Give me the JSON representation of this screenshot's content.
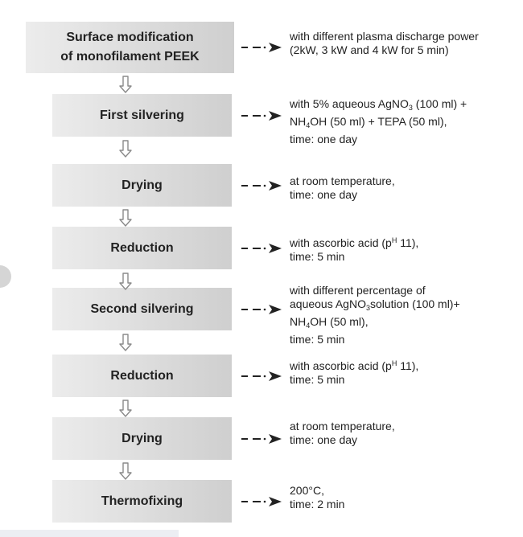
{
  "steps": [
    {
      "line1": "Surface modification",
      "line2": "of monofilament PEEK"
    },
    {
      "line1": "First silvering",
      "line2": ""
    },
    {
      "line1": "Drying",
      "line2": ""
    },
    {
      "line1": "Reduction",
      "line2": ""
    },
    {
      "line1": "Second silvering",
      "line2": ""
    },
    {
      "line1": "Reduction",
      "line2": ""
    },
    {
      "line1": "Drying",
      "line2": ""
    },
    {
      "line1": "Thermofixing",
      "line2": ""
    }
  ],
  "notes": [
    {
      "lines": [
        [
          {
            "t": "with different plasma discharge power"
          }
        ],
        [
          {
            "t": "(2kW, 3 kW and 4 kW for 5 min)"
          }
        ]
      ]
    },
    {
      "lines": [
        [
          {
            "t": "with 5% aqueous AgNO"
          },
          {
            "t": "3",
            "sub": true
          },
          {
            "t": " (100 ml) +"
          }
        ],
        [
          {
            "t": "NH"
          },
          {
            "t": "4",
            "sub": true
          },
          {
            "t": "OH (50 ml) + TEPA (50 ml),"
          }
        ],
        [
          {
            "t": "time: one day"
          }
        ]
      ]
    },
    {
      "lines": [
        [
          {
            "t": "at room temperature,"
          }
        ],
        [
          {
            "t": "time: one day"
          }
        ]
      ]
    },
    {
      "lines": [
        [
          {
            "t": "with ascorbic acid (p"
          },
          {
            "t": "H",
            "sup": true
          },
          {
            "t": " 11),"
          }
        ],
        [
          {
            "t": "time: 5 min"
          }
        ]
      ]
    },
    {
      "lines": [
        [
          {
            "t": "with different percentage of"
          }
        ],
        [
          {
            "t": "aqueous  AgNO"
          },
          {
            "t": "3",
            "sub": true
          },
          {
            "t": "solution (100 ml)+"
          }
        ],
        [
          {
            "t": "NH"
          },
          {
            "t": "4",
            "sub": true
          },
          {
            "t": "OH (50 ml),"
          }
        ],
        [
          {
            "t": "time: 5 min"
          }
        ]
      ]
    },
    {
      "lines": [
        [
          {
            "t": "with ascorbic acid (p"
          },
          {
            "t": "H",
            "sup": true
          },
          {
            "t": " 11),"
          }
        ],
        [
          {
            "t": "time: 5 min"
          }
        ]
      ]
    },
    {
      "lines": [
        [
          {
            "t": "at room temperature,"
          }
        ],
        [
          {
            "t": "time: one day"
          }
        ]
      ]
    },
    {
      "lines": [
        [
          {
            "t": "200°C,"
          }
        ],
        [
          {
            "t": "time: 2 min"
          }
        ]
      ]
    }
  ]
}
